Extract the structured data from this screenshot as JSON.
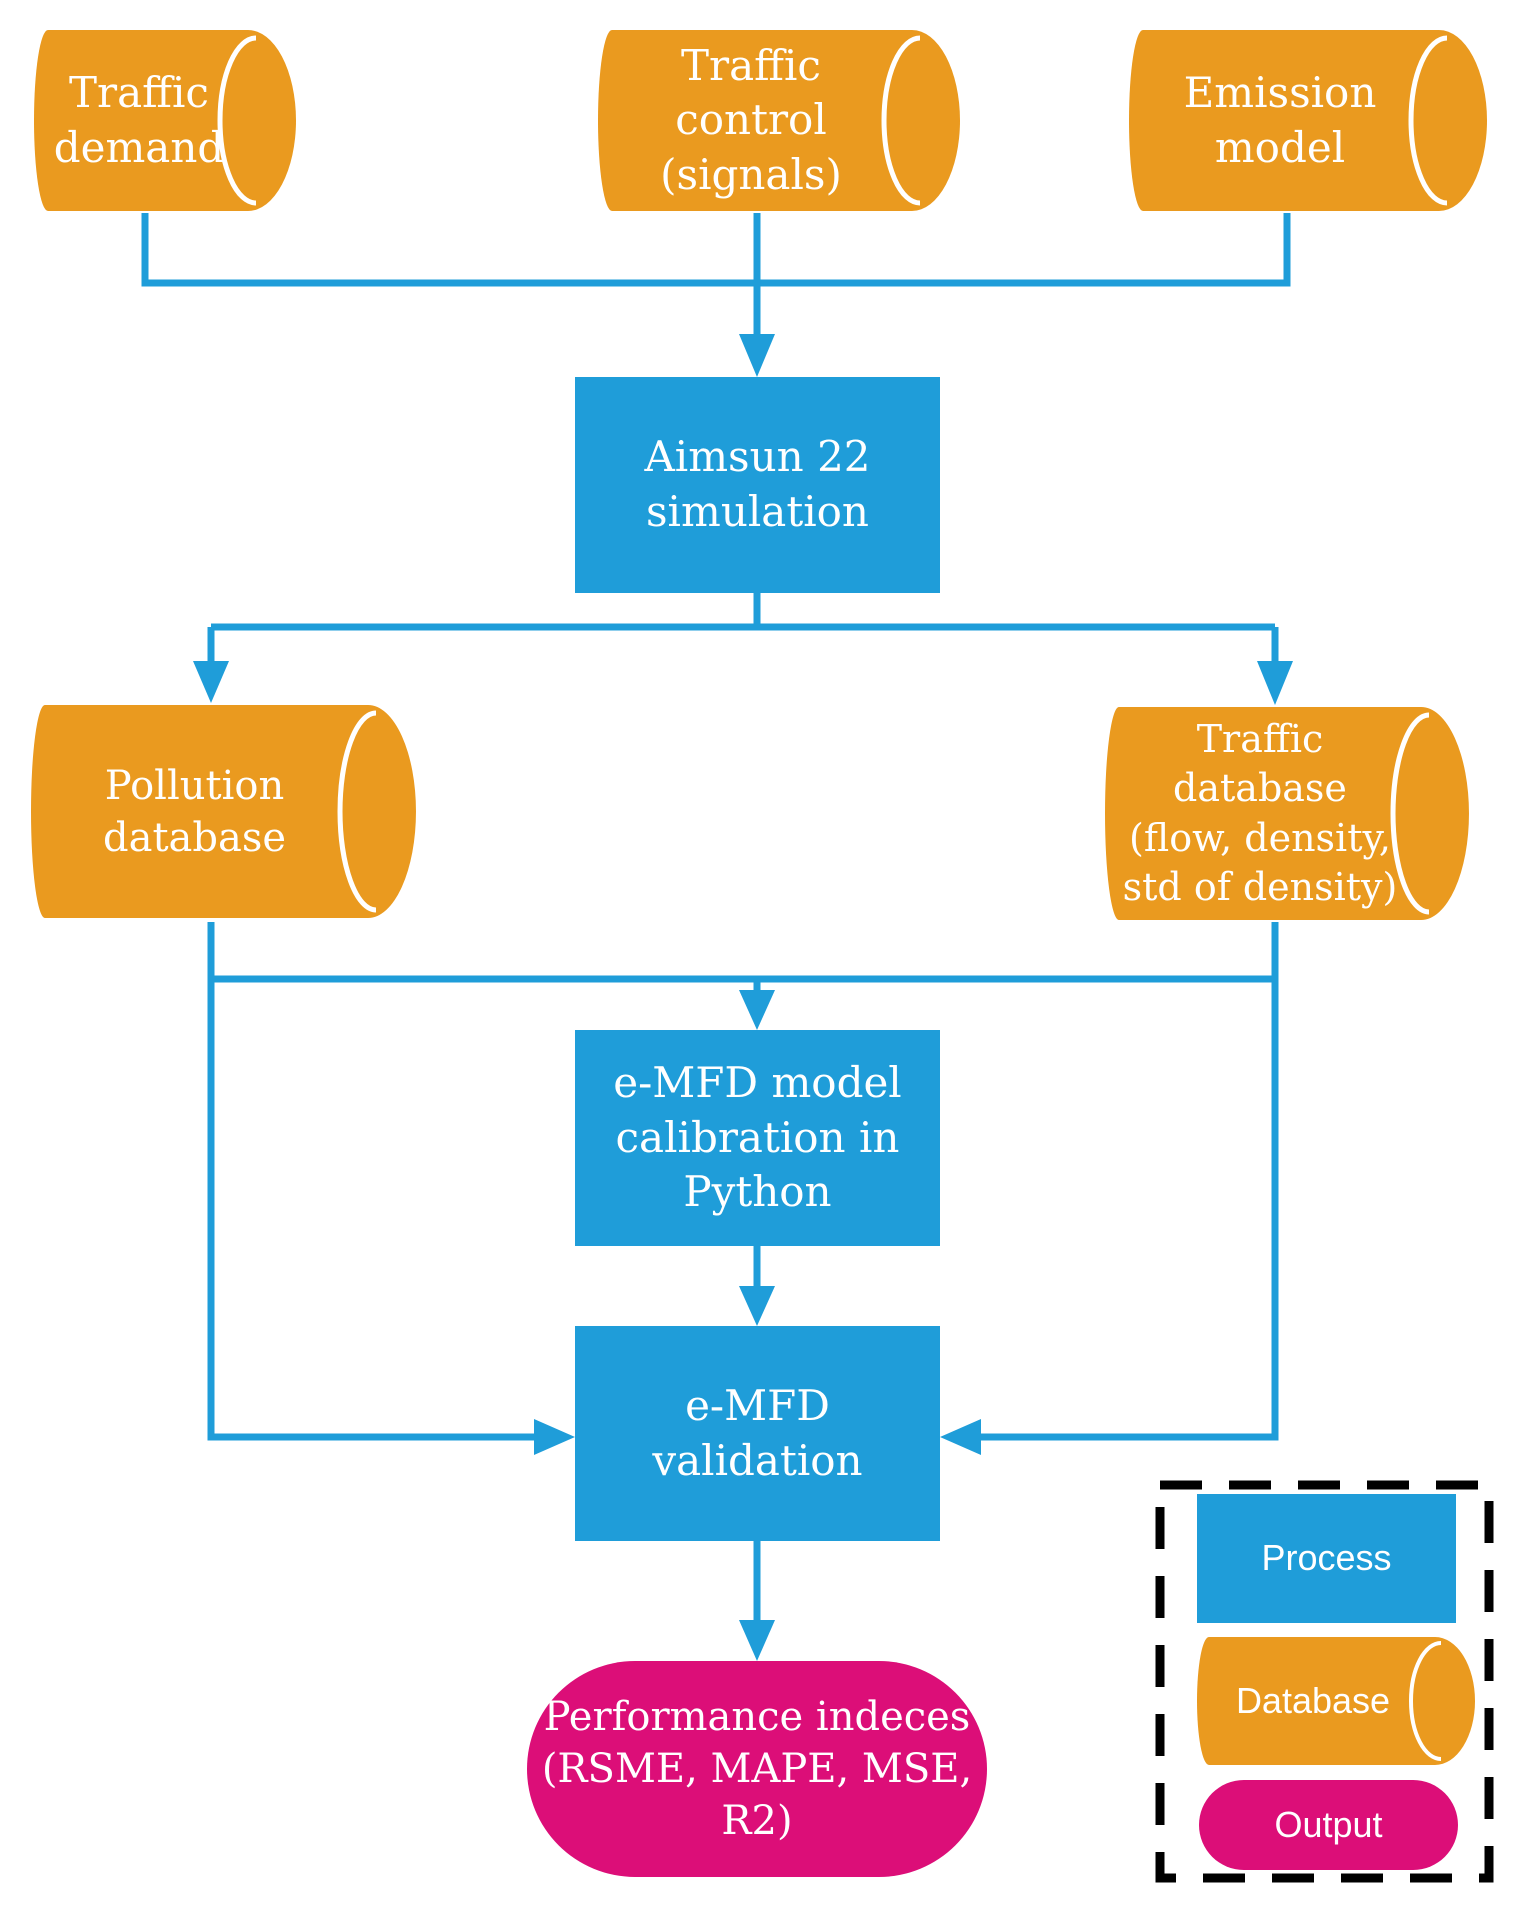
{
  "diagram_title": "e-MFD calibration and validation flowchart",
  "palette": {
    "process_blue": "#1f9dd9",
    "database_orange": "#ea9a1f",
    "output_magenta": "#dc0e78",
    "connector_blue": "#1f9dd9",
    "legend_border_black": "#000000",
    "text_white": "#ffffff"
  },
  "nodes": {
    "traffic_demand": {
      "label": "Traffic\ndemand",
      "shape": "database"
    },
    "traffic_control": {
      "label": "Traffic\ncontrol\n(signals)",
      "shape": "database"
    },
    "emission_model": {
      "label": "Emission\nmodel",
      "shape": "database"
    },
    "aimsun_simulation": {
      "label": "Aimsun 22\nsimulation",
      "shape": "process"
    },
    "pollution_database": {
      "label": "Pollution\ndatabase",
      "shape": "database"
    },
    "traffic_database": {
      "label": "Traffic database\n(flow, density,\nstd of density)",
      "shape": "database"
    },
    "emfd_calibration": {
      "label": "e-MFD model\ncalibration in\nPython",
      "shape": "process"
    },
    "emfd_validation": {
      "label": "e-MFD validation",
      "shape": "process"
    },
    "performance_indices": {
      "label": "Performance indeces\n(RSME, MAPE, MSE,\nR2)",
      "shape": "output"
    }
  },
  "legend": {
    "process_label": "Process",
    "database_label": "Database",
    "output_label": "Output"
  }
}
